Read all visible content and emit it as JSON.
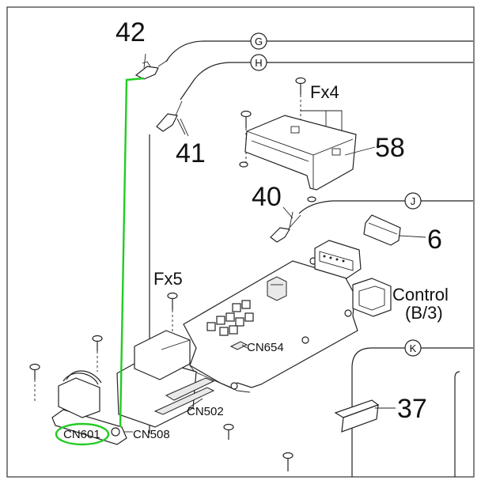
{
  "labels": {
    "p42": "42",
    "p41": "41",
    "p58": "58",
    "p40": "40",
    "p6": "6",
    "p37": "37",
    "fx4": "Fx4",
    "fx5": "Fx5",
    "control": "Control",
    "control_sub": "(B/3)",
    "cn654": "CN654",
    "cn502": "CN502",
    "cn508": "CN508",
    "cn601": "CN601"
  },
  "markers": {
    "g": "G",
    "h": "H",
    "j": "J",
    "k": "K"
  },
  "colors": {
    "highlight": "#22cc22",
    "ink": "#222222"
  }
}
